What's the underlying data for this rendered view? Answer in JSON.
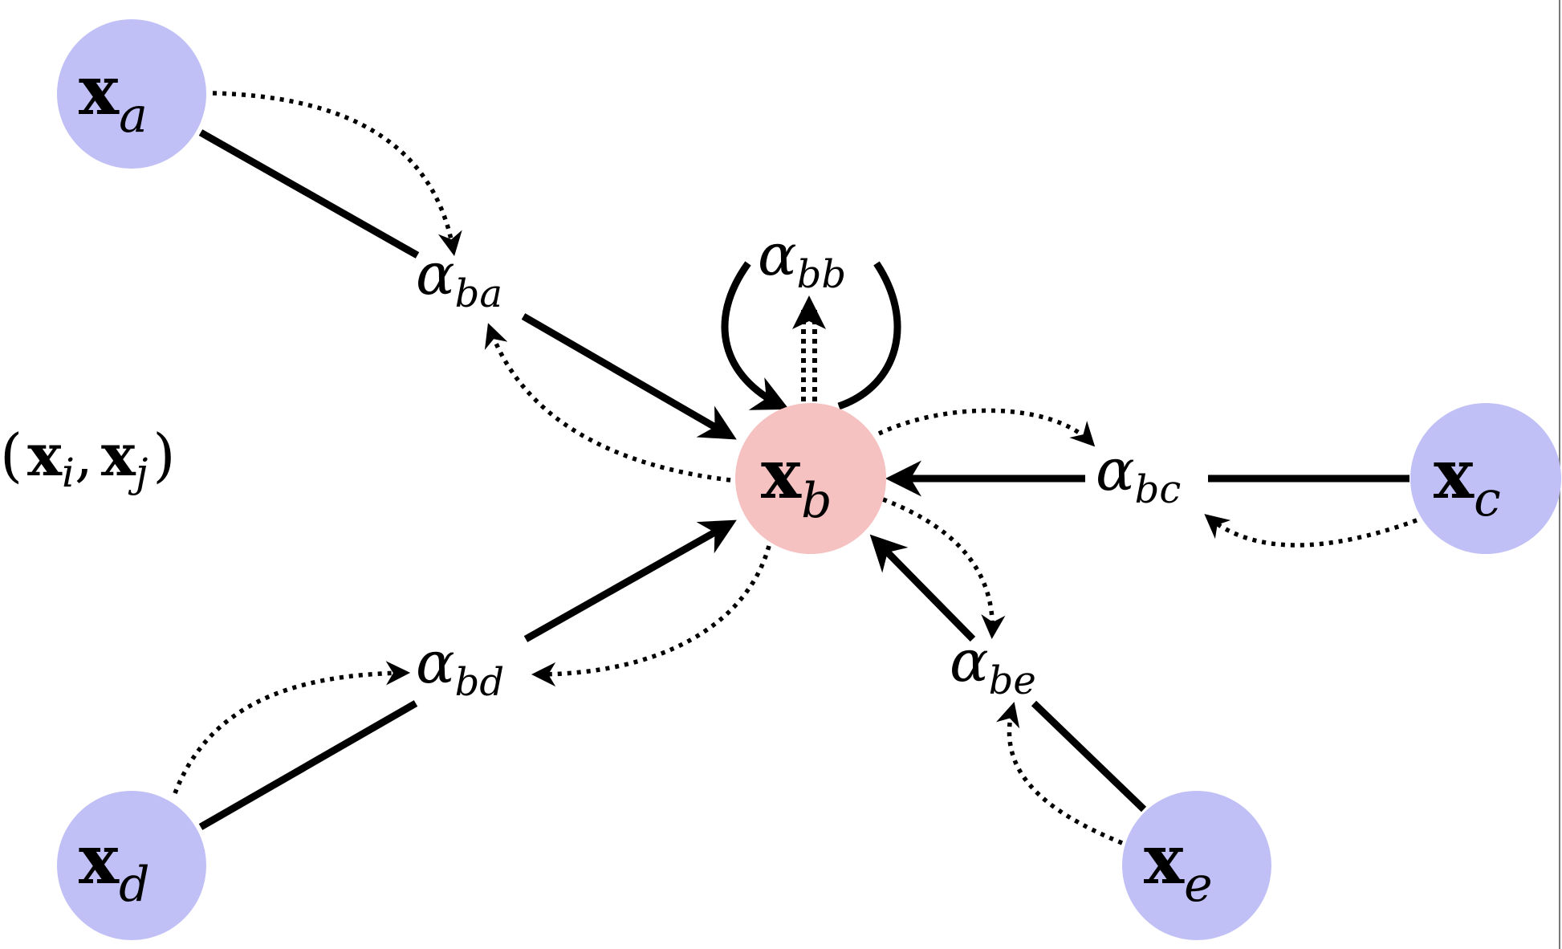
{
  "colors": {
    "neighbor_node": "#c0c0f6",
    "center_node": "#f6c1c1",
    "edge": "#000000"
  },
  "pair_label": {
    "open": "(",
    "x1": "x",
    "i": "i",
    "comma": ",",
    "x2": "x",
    "j": "j",
    "close": ")"
  },
  "nodes": {
    "a": {
      "main": "x",
      "sub": "a"
    },
    "b": {
      "main": "x",
      "sub": "b"
    },
    "c": {
      "main": "x",
      "sub": "c"
    },
    "d": {
      "main": "x",
      "sub": "d"
    },
    "e": {
      "main": "x",
      "sub": "e"
    }
  },
  "coefficients": {
    "ba": {
      "main": "α",
      "sub": "ba"
    },
    "bb": {
      "main": "α",
      "sub": "bb"
    },
    "bc": {
      "main": "α",
      "sub": "bc"
    },
    "bd": {
      "main": "α",
      "sub": "bd"
    },
    "be": {
      "main": "α",
      "sub": "be"
    }
  }
}
